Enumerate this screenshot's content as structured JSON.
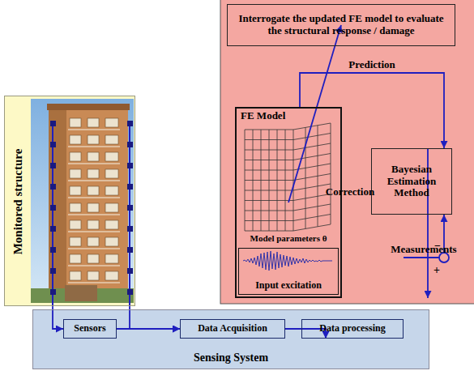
{
  "diagram": {
    "nodes": [
      {
        "text": [
          "Interrogate the updated FE model to evaluate the structural response / damage"
        ]
      },
      {
        "text": [
          "Monitored structure"
        ]
      },
      {
        "text": [
          "FE Model",
          "Model parameters θ"
        ]
      },
      {
        "text": [
          "Input excitation"
        ],
        "in": 2
      },
      {
        "text": [
          "Bayesian Estimation Method"
        ]
      },
      {
        "text": [
          "Sensing System"
        ]
      },
      {
        "text": [
          "Sensors"
        ],
        "in": 5
      },
      {
        "text": [
          "Data Acquisition"
        ],
        "in": 5
      },
      {
        "text": [
          "Data processing"
        ],
        "in": 5
      }
    ],
    "edges": [
      {
        "from": 1,
        "to": 6,
        "arrow": "to"
      },
      {
        "from": 1,
        "to": 7,
        "arrow": "to"
      },
      {
        "from": 6,
        "to": 7,
        "arrow": "to"
      },
      {
        "from": 7,
        "to": 8,
        "arrow": "to"
      },
      {
        "from": 8,
        "to": 4,
        "label": "Measurements",
        "arrow": "to"
      },
      {
        "from": 2,
        "to": 4,
        "label": "Prediction",
        "arrow": "to"
      },
      {
        "from": 4,
        "to": 2,
        "label": "Correction",
        "arrow": "to"
      },
      {
        "from": 2,
        "to": 0,
        "arrow": "to"
      }
    ],
    "labels": [
      "−",
      "+"
    ]
  }
}
